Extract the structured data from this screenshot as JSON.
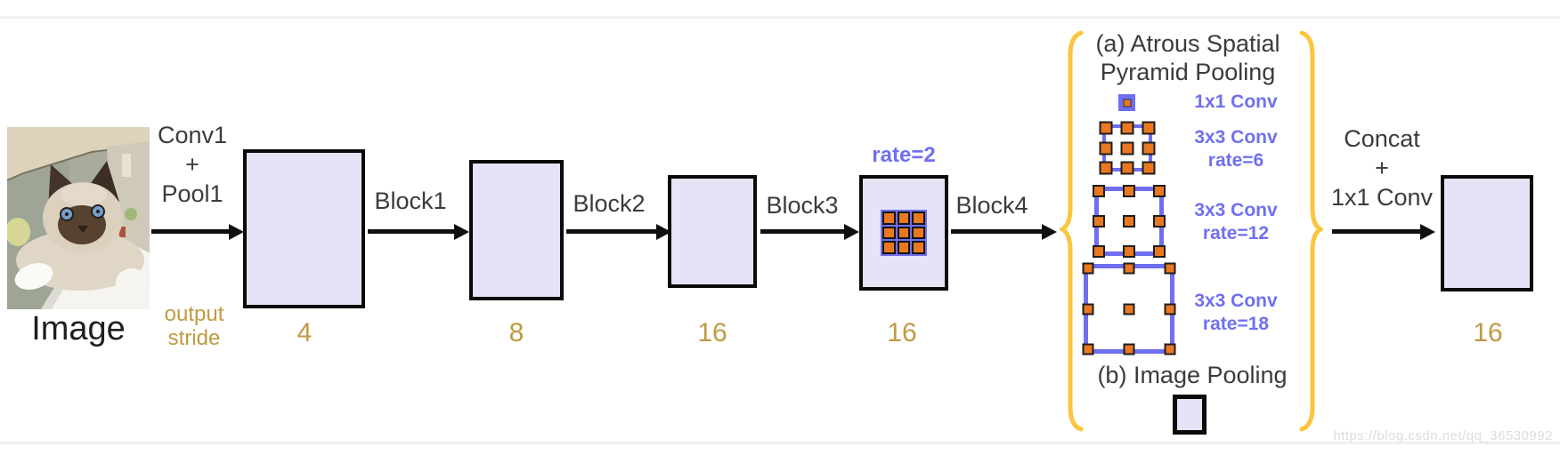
{
  "watermark": "https://blog.csdn.net/qq_36530992",
  "input": {
    "label": "Image"
  },
  "stride": {
    "label": "output\nstride",
    "values": [
      "4",
      "8",
      "16",
      "16",
      "16"
    ]
  },
  "arrows": {
    "conv1_pool1": "Conv1\n+\nPool1",
    "block1": "Block1",
    "block2": "Block2",
    "block3": "Block3",
    "block4": "Block4",
    "concat": "Concat\n+\n1x1 Conv"
  },
  "block4": {
    "annotation": "rate=2"
  },
  "aspp": {
    "title": "(a) Atrous Spatial\nPyramid Pooling",
    "conv1x1_label": "1x1 Conv",
    "conv3x3_rate6_label": "3x3 Conv\nrate=6",
    "conv3x3_rate12_label": "3x3 Conv\nrate=12",
    "conv3x3_rate18_label": "3x3 Conv\nrate=18",
    "image_pooling_label": "(b) Image Pooling"
  },
  "colors": {
    "block_fill": "#e4e4f6",
    "block_border": "#0a0a0a",
    "stride_text": "#bf9a42",
    "atrous_text": "#7070f0",
    "brace": "#fbc53d",
    "grid_orange": "#e97820",
    "grid_blue": "#6e6ef0"
  }
}
